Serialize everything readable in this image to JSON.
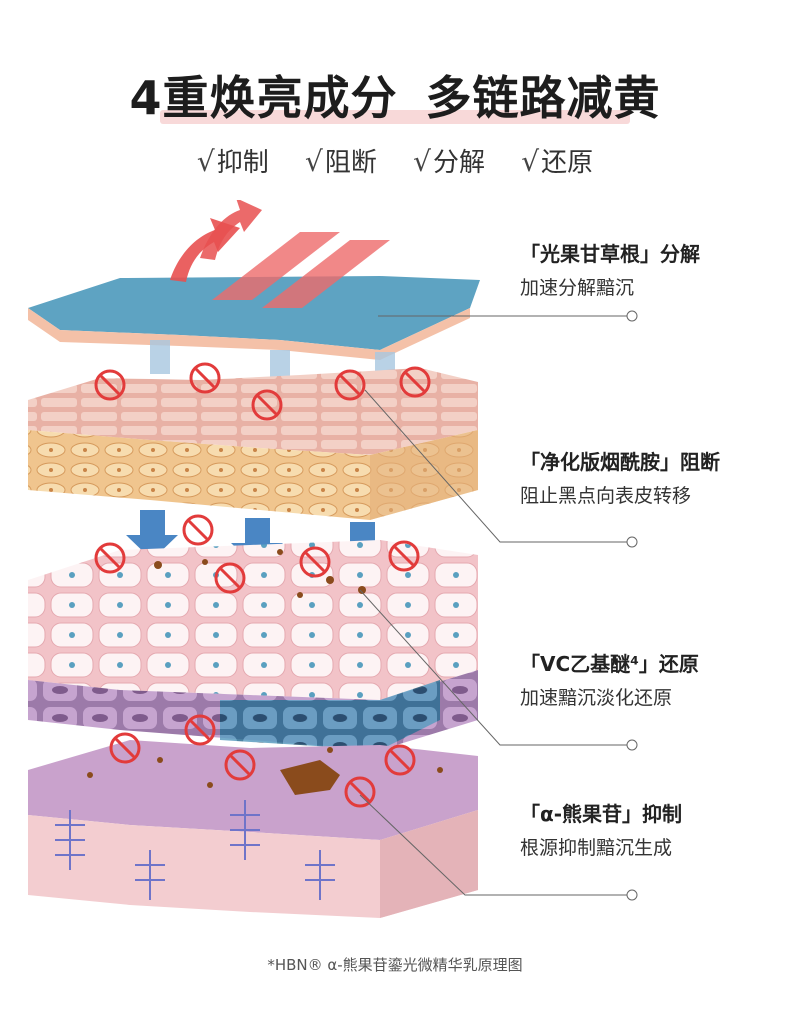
{
  "header": {
    "title_part1": "4重焕亮成分",
    "title_part2": "多链路减黄",
    "checks": [
      {
        "mark": "√",
        "text": "抑制"
      },
      {
        "mark": "√",
        "text": "阻断"
      },
      {
        "mark": "√",
        "text": "分解"
      },
      {
        "mark": "√",
        "text": "还原"
      }
    ]
  },
  "labels": [
    {
      "title": "「光果甘草根」分解",
      "desc": "加速分解黯沉"
    },
    {
      "title": "「净化版烟酰胺」阻断",
      "desc": "阻止黑点向表皮转移"
    },
    {
      "title": "「VC乙基醚⁴」还原",
      "desc": "加速黯沉淡化还原"
    },
    {
      "title": "「α-熊果苷」抑制",
      "desc": "根源抑制黯沉生成"
    }
  ],
  "footnote": "*HBN® α-熊果苷鎏光微精华乳原理图",
  "colors": {
    "accent_red": "#e23b3b",
    "blue_top": "#5ea3c2",
    "pink": "#f0b7b0",
    "purple": "#c9a2cc",
    "arrow_blue": "#4a86c4"
  }
}
